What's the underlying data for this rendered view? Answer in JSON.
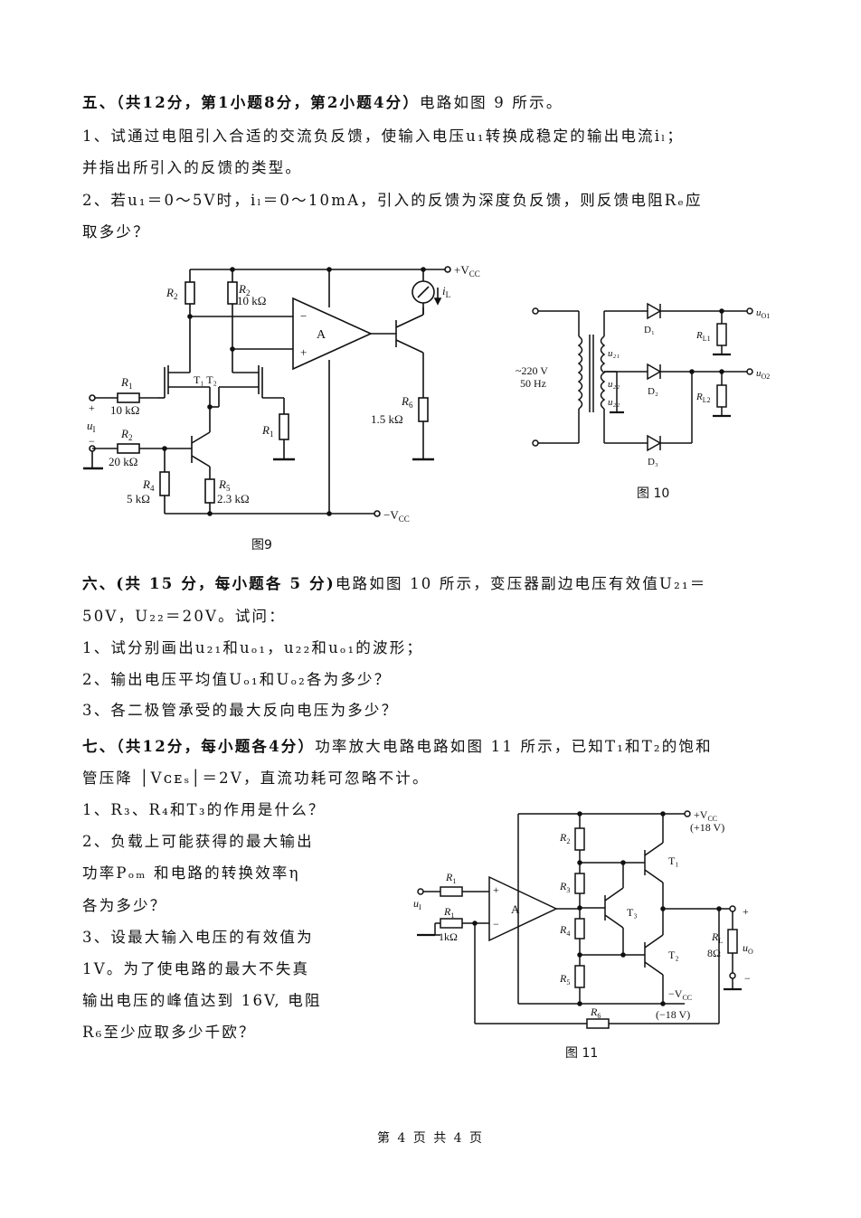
{
  "q5": {
    "heading": "五、（共12分，第1小题8分，第2小题4分）",
    "heading_tail": "电路如图 9 所示。",
    "l1": "1、试通过电阻引入合适的交流负反馈，使输入电压u₁转换成稳定的输出电流iₗ；",
    "l2": "并指出所引入的反馈的类型。",
    "l3": "2、若u₁＝0～5V时，iₗ＝0～10mA，引入的反馈为深度负反馈，则反馈电阻Rₑ应",
    "l4": "取多少？"
  },
  "fig9": {
    "caption": "图9",
    "labels": {
      "vcc": "+V",
      "vcc_sub": "CC",
      "vee": "−V",
      "vee_sub": "CC",
      "r2a": "R",
      "r2a_sub": "2",
      "r2b": "R",
      "r2b_sub": "2",
      "r2b_val": "10 kΩ",
      "opamp": "A",
      "minus": "−",
      "plus": "+",
      "il": "i",
      "il_sub": "L",
      "t1t2": "T₁ T₂",
      "r1a": "R",
      "r1a_sub": "1",
      "r1a_val": "10 kΩ",
      "r1b": "R",
      "r1b_sub": "1",
      "r2c": "R",
      "r2c_sub": "2",
      "r2c_val": "20 kΩ",
      "r4": "R",
      "r4_sub": "4",
      "r4_val": "5 kΩ",
      "r5": "R",
      "r5_sub": "5",
      "r5_val": "2.3 kΩ",
      "r6": "R",
      "r6_sub": "6",
      "r6_val": "1.5 kΩ",
      "u1": "u",
      "u1_sub": "I",
      "plus_sign": "+",
      "minus_sign": "−"
    }
  },
  "fig10": {
    "caption": "图 10",
    "labels": {
      "src1": "~220 V",
      "src2": "50 Hz",
      "u21": "u₂₁",
      "u22a": "u₂₂",
      "u22b": "u₂₂",
      "d1": "D₁",
      "d2": "D₂",
      "d3": "D₃",
      "rl1": "R",
      "rl1_sub": "L1",
      "rl2": "R",
      "rl2_sub": "L2",
      "uo1": "u",
      "uo1_sub": "O1",
      "uo2": "u",
      "uo2_sub": "O2"
    }
  },
  "q6": {
    "heading": "六、(共 15 分，每小题各 5 分)",
    "heading_tail": "电路如图 10 所示，变压器副边电压有效值U₂₁＝",
    "l1": "50V，U₂₂＝20V。试问：",
    "l2": "1、试分别画出u₂₁和uₒ₁，u₂₂和uₒ₁的波形；",
    "l3": "2、输出电压平均值Uₒ₁和Uₒ₂各为多少？",
    "l4": "3、各二极管承受的最大反向电压为多少？"
  },
  "q7": {
    "heading": "七、（共12分，每小题各4分）",
    "heading_tail": "功率放大电路电路如图 11 所示，已知T₁和T₂的饱和",
    "l1": "管压降 │Vᴄᴇₛ│＝2V，直流功耗可忽略不计。",
    "l2": "1、R₃、R₄和T₃的作用是什么？",
    "l3": "2、负载上可能获得的最大输出",
    "l4": "功率Pₒₘ 和电路的转换效率η",
    "l5": "各为多少？",
    "l6": "3、设最大输入电压的有效值为",
    "l7": "1V。为了使电路的最大不失真",
    "l8": "输出电压的峰值达到 16V, 电阻",
    "l9": "R₆至少应取多少千欧？"
  },
  "fig11": {
    "caption": "图 11",
    "labels": {
      "vcc": "+V",
      "vcc_sub": "CC",
      "vcc_val": "(+18 V)",
      "vee": "−V",
      "vee_sub": "CC",
      "vee_val": "(−18 V)",
      "r2": "R",
      "r2_sub": "2",
      "r3": "R",
      "r3_sub": "3",
      "r4": "R",
      "r4_sub": "4",
      "r5": "R",
      "r5_sub": "5",
      "r6": "R",
      "r6_sub": "6",
      "r1a": "R",
      "r1a_sub": "1",
      "r1b": "R",
      "r1b_sub": "1",
      "r1b_val": "1kΩ",
      "t1": "T₁",
      "t2": "T₂",
      "t3": "T₃",
      "opamp": "A",
      "rl": "R",
      "rl_sub": "L",
      "rl_val": "8Ω",
      "uo": "u",
      "uo_sub": "O",
      "ui": "u",
      "ui_sub": "I",
      "plus": "+",
      "minus": "−"
    }
  },
  "footer": "第 4 页 共 4 页"
}
